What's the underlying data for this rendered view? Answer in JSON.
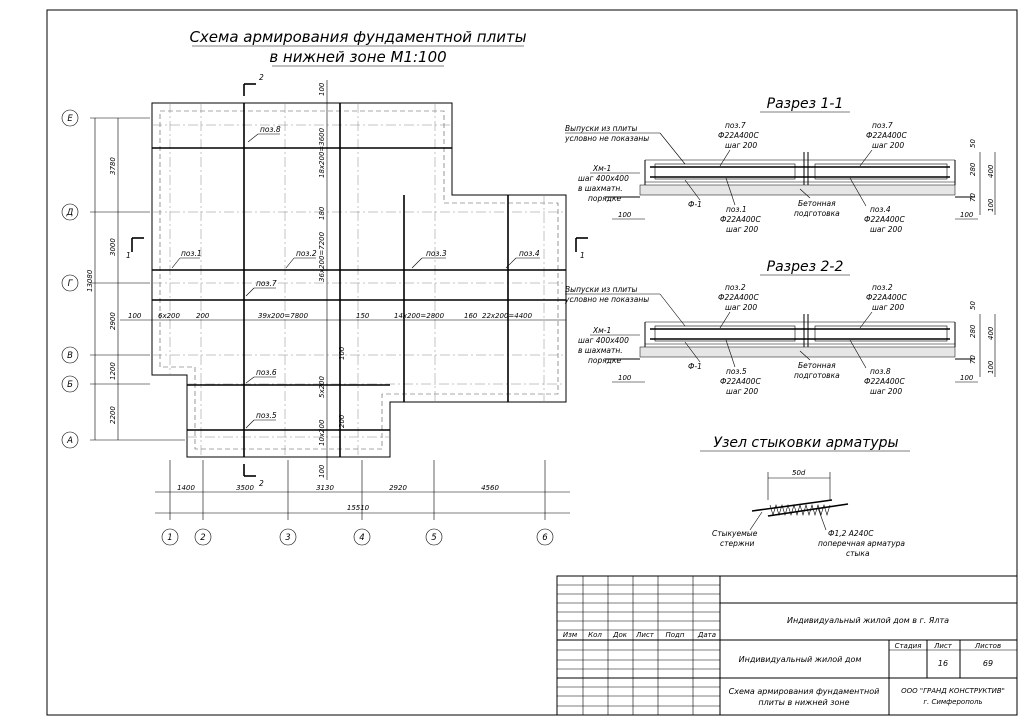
{
  "plan": {
    "title_line1": "Схема армирования фундаментной плиты",
    "title_line2": "в нижней зоне М1:100",
    "section_mark": "2",
    "section_mark_1": "1",
    "axes_rows": [
      "Е",
      "Д",
      "Г",
      "В",
      "Б",
      "А"
    ],
    "axes_cols": [
      "1",
      "2",
      "3",
      "4",
      "5",
      "6"
    ],
    "left_dims": [
      "3780",
      "3000",
      "2900",
      "1200",
      "2200"
    ],
    "left_total": "13080",
    "bottom_dims": [
      "1400",
      "3500",
      "3130",
      "2920",
      "4560"
    ],
    "bottom_total": "15510",
    "positions": [
      "поз.8",
      "поз.1",
      "поз.2",
      "поз.3",
      "поз.4",
      "поз.7",
      "поз.6",
      "поз.5"
    ],
    "row_dims": [
      "100",
      "6x200",
      "200",
      "39x200=7800",
      "150",
      "14x200=2800",
      "160",
      "22x200=4400"
    ],
    "vert_dims": [
      "100",
      "18x200=3600",
      "180",
      "36x200=7200",
      "100",
      "5x200",
      "200",
      "10x200",
      "100"
    ]
  },
  "section1": {
    "title": "Разрез 1-1",
    "left_note1": "Выпуски из плиты",
    "left_note2": "условно не показаны",
    "mesh1": "Хм-1",
    "mesh2": "шаг 400х400",
    "mesh3": "в шахматн.",
    "mesh4": "порядке",
    "f1": "Ф-1",
    "top_left_pos": "поз.7",
    "top_left_bar": "Ф22А400С",
    "top_left_step": "шаг 200",
    "top_right_pos": "поз.7",
    "top_right_bar": "Ф22А400С",
    "top_right_step": "шаг 200",
    "bot_left_pos": "поз.1",
    "bot_left_bar": "Ф22А400С",
    "bot_left_step": "шаг 200",
    "bot_right_pos": "поз.4",
    "bot_right_bar": "Ф22А400С",
    "bot_right_step": "шаг 200",
    "concrete1": "Бетонная",
    "concrete2": "подготовка",
    "d100": "100",
    "d50": "50",
    "d280": "280",
    "d400": "400",
    "d70": "70",
    "d100b": "100"
  },
  "section2": {
    "title": "Разрез 2-2",
    "left_note1": "Выпуски из плиты",
    "left_note2": "условно не показаны",
    "mesh1": "Хм-1",
    "mesh2": "шаг 400х400",
    "mesh3": "в шахматн.",
    "mesh4": "порядке",
    "f1": "Ф-1",
    "top_left_pos": "поз.2",
    "top_left_bar": "Ф22А400С",
    "top_left_step": "шаг 200",
    "top_right_pos": "поз.2",
    "top_right_bar": "Ф22А400С",
    "top_right_step": "шаг 200",
    "bot_left_pos": "поз.5",
    "bot_left_bar": "Ф22А400С",
    "bot_left_step": "шаг 200",
    "bot_right_pos": "поз.8",
    "bot_right_bar": "Ф22А400С",
    "bot_right_step": "шаг 200",
    "concrete1": "Бетонная",
    "concrete2": "подготовка",
    "d100": "100",
    "d50": "50",
    "d280": "280",
    "d400": "400",
    "d70": "70",
    "d100b": "100"
  },
  "joint": {
    "title": "Узел стыковки арматуры",
    "dim": "50d",
    "left1": "Стыкуемые",
    "left2": "стержни",
    "right1": "Ф1,2 А240С",
    "right2": "поперечная арматура",
    "right3": "стыка"
  },
  "titleblock": {
    "project": "Индивидуальный жилой дом в г. Ялта",
    "cols": [
      "Изм",
      "Кол",
      "Док",
      "Лист",
      "Подп",
      "Дата"
    ],
    "building": "Индивидуальный жилой дом",
    "stage_h": "Стадия",
    "sheet_h": "Лист",
    "sheets_h": "Листов",
    "sheet": "16",
    "sheets": "69",
    "drawing1": "Схема армирования фундаментной",
    "drawing2": "плиты в нижней зоне",
    "org1": "ООО \"ГРАНД КОНСТРУКТИВ\"",
    "org2": "г. Симферополь"
  }
}
